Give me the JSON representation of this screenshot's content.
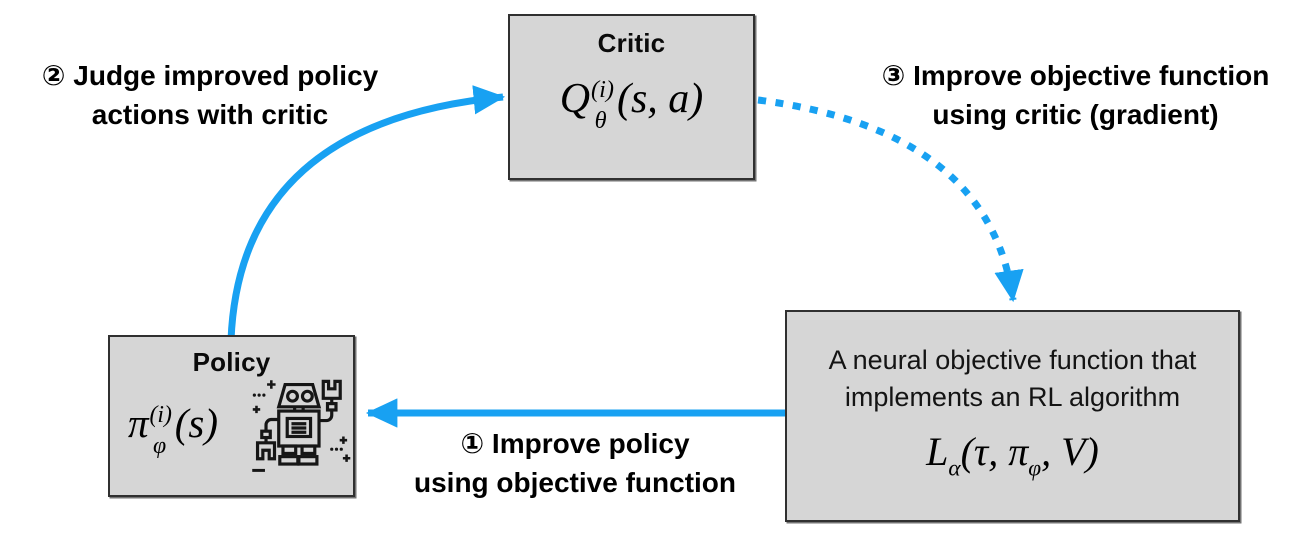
{
  "colors": {
    "arrow_blue": "#18a1f2",
    "box_fill": "#d6d6d6",
    "box_border": "#303030"
  },
  "nodes": {
    "critic": {
      "title": "Critic",
      "formula": {
        "base": "Q",
        "sup": "(i)",
        "sub": "θ",
        "args": "(s, a)"
      }
    },
    "policy": {
      "title": "Policy",
      "formula": {
        "base": "π",
        "sup": "(i)",
        "sub": "φ",
        "args": "(s)"
      },
      "icon": "robot-icon"
    },
    "objective": {
      "desc": "A neural objective function that implements an RL algorithm",
      "formula": {
        "base": "L",
        "sub": "α",
        "args_pre": "(τ, ",
        "pi": "π",
        "pi_sub": "φ",
        "args_post": ", V)"
      }
    }
  },
  "labels": {
    "step1": {
      "line1": "① Improve policy",
      "line2": "using objective function"
    },
    "step2": {
      "line1": "② Judge improved policy",
      "line2": "actions with critic"
    },
    "step3": {
      "line1": "③ Improve objective function",
      "line2": "using critic (gradient)"
    }
  },
  "edges": [
    {
      "name": "policy-to-critic",
      "style": "solid",
      "step": "2"
    },
    {
      "name": "critic-to-objective",
      "style": "dotted",
      "step": "3"
    },
    {
      "name": "objective-to-policy",
      "style": "solid",
      "step": "1"
    }
  ]
}
